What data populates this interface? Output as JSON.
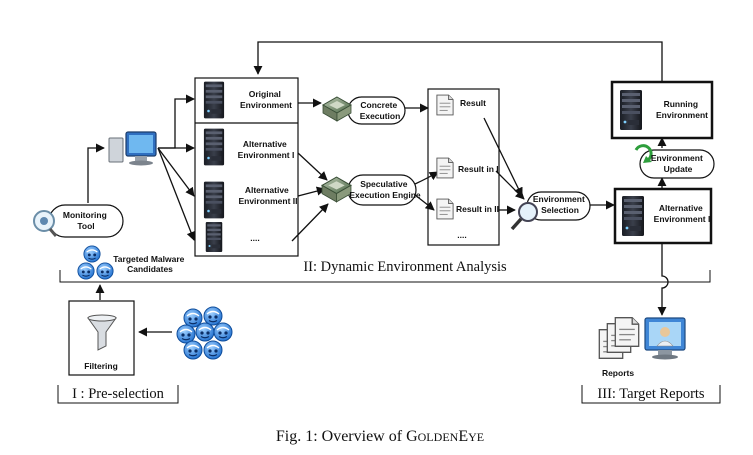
{
  "nodes": {
    "monitoring_tool": "Monitoring\nTool",
    "original_env": "Original\nEnvironment",
    "alt_env_1": "Alternative\nEnvironment I",
    "alt_env_2": "Alternative\nEnvironment II",
    "env_ellipsis": "....",
    "concrete_exec": "Concrete\nExecution",
    "speculative_exec": "Speculative\nExecution Engine",
    "result": "Result",
    "result_1": "Result in I",
    "result_2": "Result in II",
    "result_ellipsis": "....",
    "env_selection": "Environment\nSelection",
    "env_update": "Environment\nUpdate",
    "running_env": "Running\nEnvironment",
    "alt_env_selected": "Alternative\nEnvironment I",
    "targeted_malware": "Targeted Malware\nCandidates",
    "filtering": "Filtering",
    "reports": "Reports"
  },
  "sections": {
    "dynamic": "II: Dynamic Environment Analysis",
    "preselection": "I : Pre-selection",
    "reports": "III: Target Reports"
  },
  "caption": {
    "prefix": "Fig. 1: Overview of ",
    "name": "GOLDENEYE"
  }
}
